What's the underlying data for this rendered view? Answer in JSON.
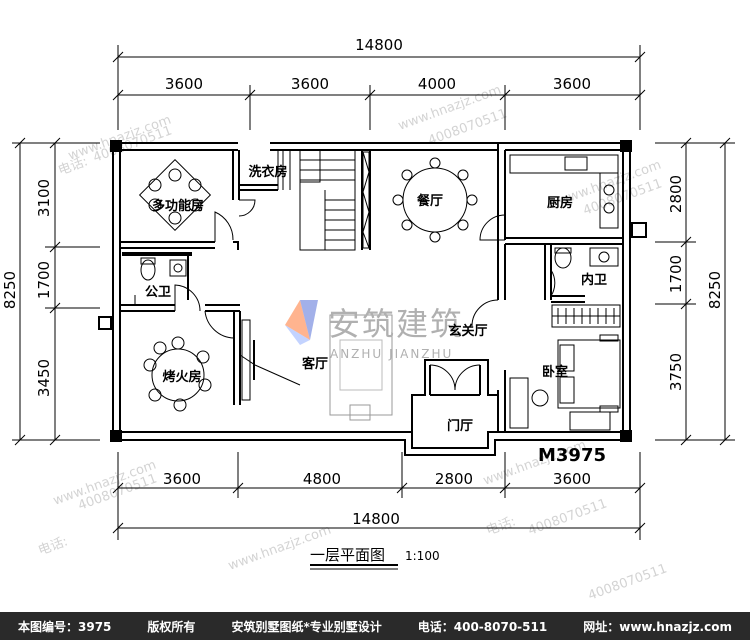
{
  "dimensions": {
    "top_total": "14800",
    "top_segments": [
      "3600",
      "3600",
      "4000",
      "3600"
    ],
    "bottom_segments": [
      "3600",
      "4800",
      "2800",
      "3600"
    ],
    "bottom_total": "14800",
    "left_total": "8250",
    "left_segments": [
      "3100",
      "1700",
      "3450"
    ],
    "right_total": "8250",
    "right_segments": [
      "2800",
      "1700",
      "3750"
    ]
  },
  "rooms": {
    "multi_function": "多功能房",
    "laundry": "洗衣房",
    "dining": "餐厅",
    "kitchen": "厨房",
    "public_bath": "公卫",
    "inner_bath": "内卫",
    "entry_hall": "玄关厅",
    "bbq": "烤火房",
    "living": "客厅",
    "bedroom": "卧室",
    "foyer": "门厅"
  },
  "model_code": "M3975",
  "plan_title": "一层平面图",
  "scale": "1:100",
  "logo": {
    "name": "安筑建筑",
    "pinyin": "ANZHU JIANZHU"
  },
  "watermark": {
    "phone_label": "电话:",
    "phone": "4008070511",
    "site": "www.hnazjz.com"
  },
  "footer": {
    "code": "本图编号：3975",
    "copyright": "版权所有",
    "brand": "安筑别墅图纸*专业别墅设计",
    "phone": "电话：400-8070-511",
    "site": "网址：www.hnazjz.com"
  }
}
